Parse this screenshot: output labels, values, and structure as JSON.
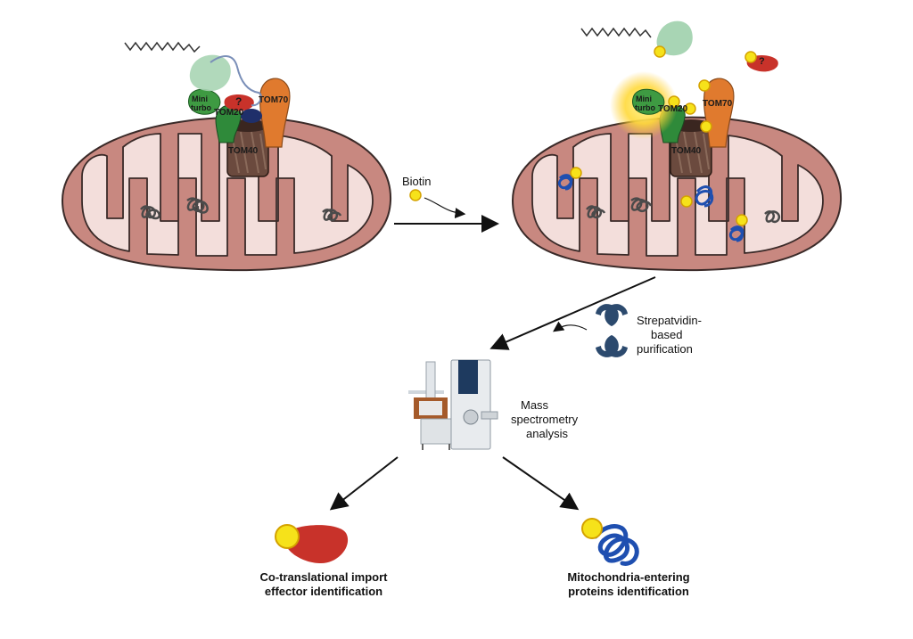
{
  "labels": {
    "biotin": "Biotin",
    "strep_line1": "Strepatvidin-",
    "strep_line2": "based",
    "strep_line3": "purification",
    "ms_line1": "Mass",
    "ms_line2": "spectrometry",
    "ms_line3": "analysis",
    "out_left_line1": "Co-translational import",
    "out_left_line2": "effector identification",
    "out_right_line1": "Mitochondria-entering",
    "out_right_line2": "proteins identification",
    "tom40": "TOM40",
    "tom70": "TOM70",
    "tom20": "TOM20",
    "mini1": "Mini",
    "mini2": "turbo",
    "question": "?"
  },
  "colors": {
    "outer_membrane": "#c88880",
    "inner_membrane": "#f3dedb",
    "membrane_stroke": "#3a2a28",
    "tom40": "#6b4a3e",
    "tom70": "#e07a2e",
    "tom20": "#2f8a3a",
    "miniturbo": "#3e9a42",
    "ribosome": "#a8d5b4",
    "effector": "#c8322a",
    "biotin": "#f6e21a",
    "dna": "#4a4a4a",
    "labeled_protein": "#1f4fb0",
    "streptavidin": "#2c4a6e"
  },
  "icons": [
    "biotin-icon",
    "streptavidin-icon",
    "mass-spectrometer-icon",
    "ribosome-icon",
    "question-icon"
  ]
}
